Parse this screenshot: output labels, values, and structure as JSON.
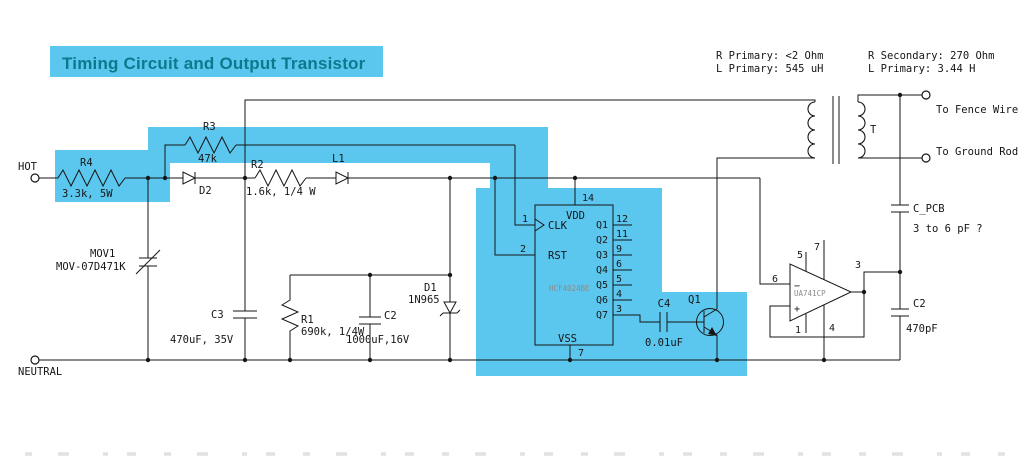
{
  "title": "Timing Circuit and Output Transistor",
  "transformer_specs": {
    "r_primary": "R Primary: <2 Ohm",
    "l_primary": "L Primary: 545 uH",
    "r_secondary": "R Secondary: 270 Ohm",
    "l_secondary": "L Primary: 3.44 H"
  },
  "terminals": {
    "hot": "HOT",
    "neutral": "NEUTRAL",
    "fence": "To Fence Wire",
    "ground_rod": "To Ground Rod"
  },
  "components": {
    "r4": {
      "ref": "R4",
      "value": "3.3k, 5W"
    },
    "r3": {
      "ref": "R3",
      "value": "47k"
    },
    "r2": {
      "ref": "R2",
      "value": "1.6k, 1/4 W"
    },
    "r1": {
      "ref": "R1",
      "value": "690k, 1/4W"
    },
    "d2": {
      "ref": "D2"
    },
    "d1": {
      "ref": "D1",
      "value": "1N965"
    },
    "l1": {
      "ref": "L1"
    },
    "mov1": {
      "ref": "MOV1",
      "value": "MOV-07D471K"
    },
    "c3": {
      "ref": "C3",
      "value": "470uF, 35V"
    },
    "c2_main": {
      "ref": "C2",
      "value": "1000uF,16V"
    },
    "c4": {
      "ref": "C4",
      "value": "0.01uF"
    },
    "c_pcb": {
      "ref": "C_PCB",
      "value": "3 to 6 pF ?"
    },
    "c2_out": {
      "ref": "C2",
      "value": "470pF"
    },
    "q1": {
      "ref": "Q1"
    },
    "transformer": {
      "ref": "T"
    }
  },
  "ic": {
    "part": "HCF4024BE",
    "pins": {
      "clk": {
        "num": "1",
        "label": "CLK"
      },
      "rst": {
        "num": "2",
        "label": "RST"
      },
      "vdd": {
        "num": "14",
        "label": "VDD"
      },
      "vss": {
        "num": "7",
        "label": "VSS"
      },
      "outputs": [
        {
          "num": "12",
          "label": "Q1"
        },
        {
          "num": "11",
          "label": "Q2"
        },
        {
          "num": "9",
          "label": "Q3"
        },
        {
          "num": "6",
          "label": "Q4"
        },
        {
          "num": "5",
          "label": "Q5"
        },
        {
          "num": "4",
          "label": "Q6"
        },
        {
          "num": "3",
          "label": "Q7"
        }
      ]
    }
  },
  "opamp": {
    "part": "UA741CP",
    "pins": {
      "offset_null_top": "5",
      "v_plus": "7",
      "output": "3",
      "input": "6",
      "offset_null_bottom": "1",
      "v_minus": "4"
    },
    "minus_sign": "−",
    "plus_sign": "+"
  },
  "colors": {
    "highlight": "#5bc7ee",
    "title_text": "#0c7a8e",
    "line": "#161616"
  }
}
